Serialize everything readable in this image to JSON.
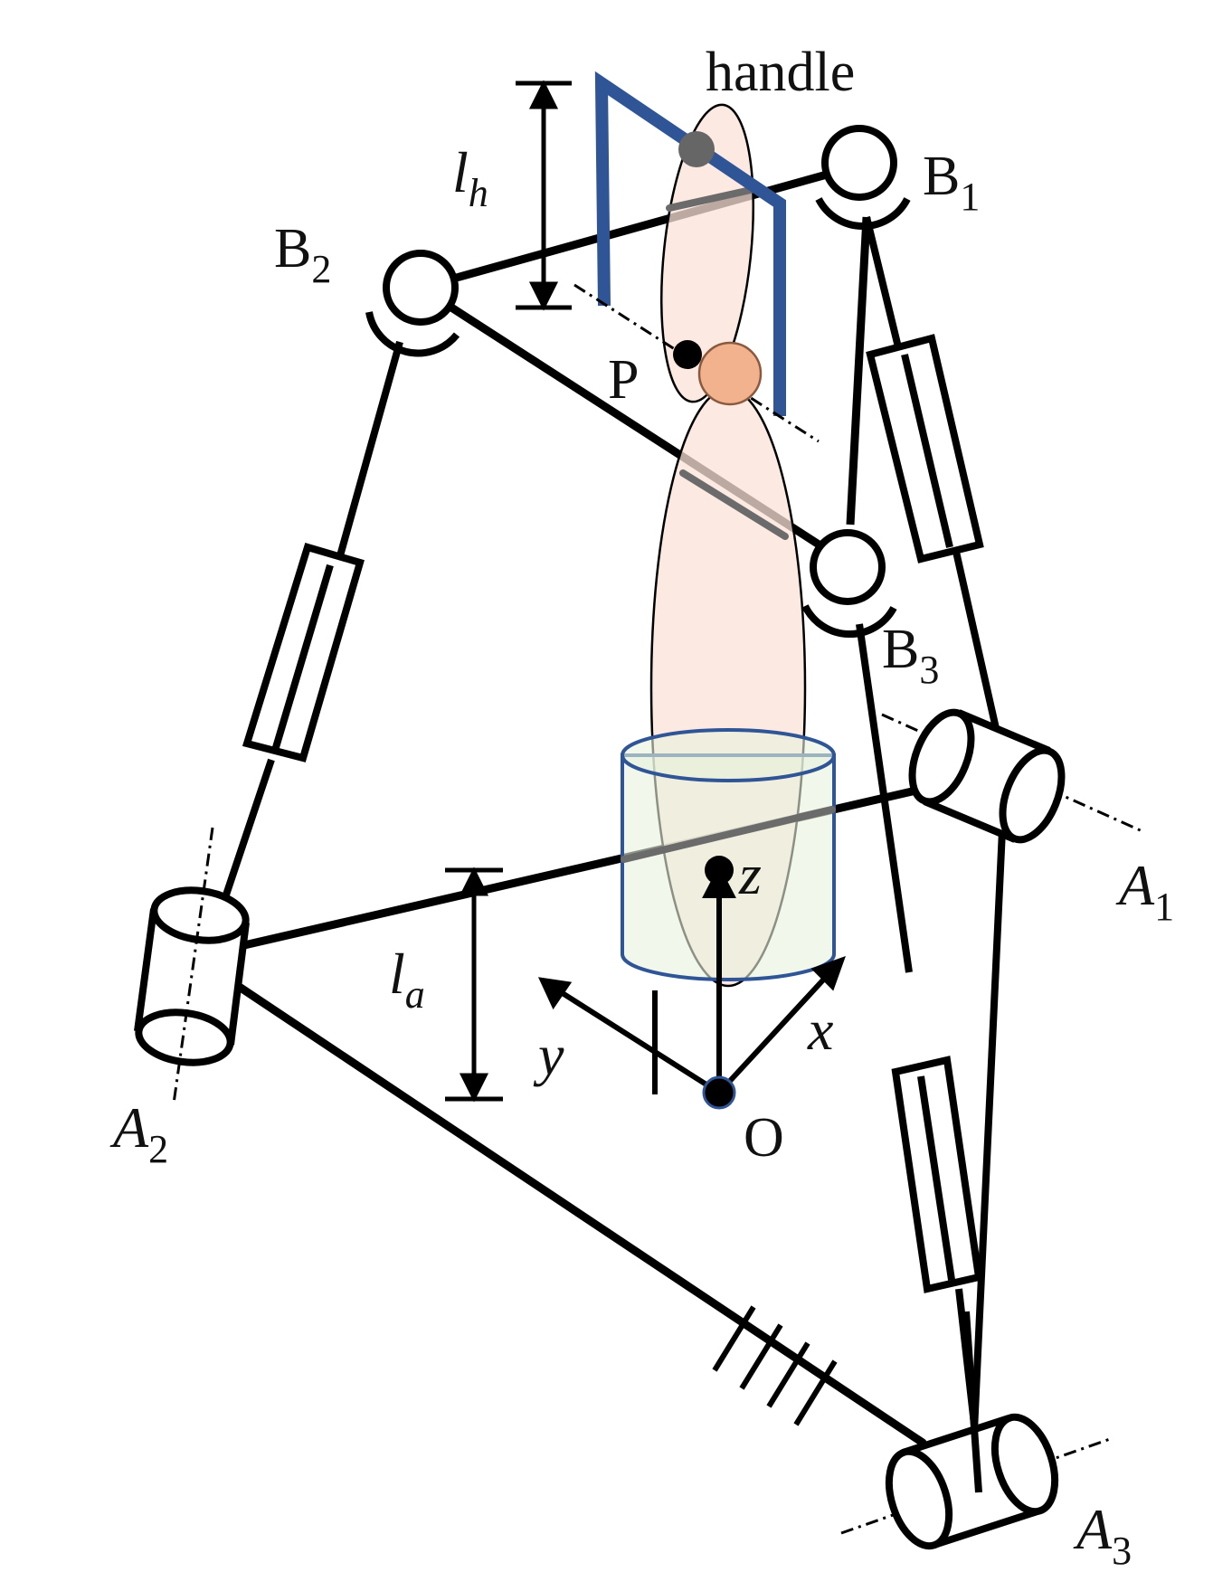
{
  "labels": {
    "handle": "handle",
    "P": "P",
    "O": "O",
    "B1": {
      "base": "B",
      "sub": "1"
    },
    "B2": {
      "base": "B",
      "sub": "2"
    },
    "B3": {
      "base": "B",
      "sub": "3"
    },
    "A1": {
      "base": "A",
      "sub": "1"
    },
    "A2": {
      "base": "A",
      "sub": "2"
    },
    "A3": {
      "base": "A",
      "sub": "3"
    },
    "lh": {
      "base": "l",
      "sub": "h"
    },
    "la": {
      "base": "l",
      "sub": "a"
    },
    "x": "x",
    "y": "y",
    "z": "z"
  },
  "colors": {
    "line": "#000000",
    "handle": "#2f5597",
    "arm_fill": "#fbe2d7",
    "wrist_ball": "#f2b28e",
    "cuff_fill": "#e8f2dc",
    "cuff_stroke": "#2f5597"
  },
  "icons": {
    "origin": "origin-dot",
    "point_p": "point-dot"
  }
}
